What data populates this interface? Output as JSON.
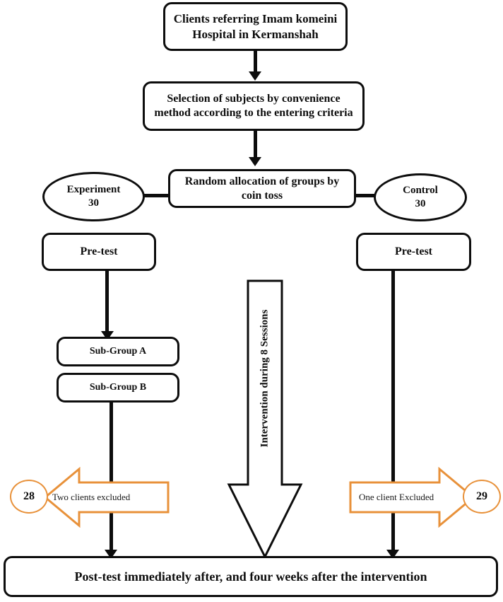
{
  "diagram": {
    "title_box": {
      "label": "Clients referring Imam komeini\nHospital in Kermanshah"
    },
    "selection_box": {
      "label": "Selection of subjects by convenience\nmethod according to the entering criteria"
    },
    "allocation_box": {
      "label": "Random allocation of groups by\ncoin toss"
    },
    "experiment_group": {
      "label": "Experiment\n30"
    },
    "control_group": {
      "label": "Control\n30"
    },
    "pretest_left": {
      "label": "Pre-test"
    },
    "pretest_right": {
      "label": "Pre-test"
    },
    "subgroup_a": {
      "label": "Sub-Group A"
    },
    "subgroup_b": {
      "label": "Sub-Group B"
    },
    "intervention_arrow": {
      "label": "Intervention during 8 Sessions"
    },
    "exclusion_left": {
      "label": "Two clients excluded",
      "remaining": "28"
    },
    "exclusion_right": {
      "label": "One client Excluded",
      "remaining": "29"
    },
    "posttest_box": {
      "label": "Post-test immediately after, and four weeks after the intervention"
    },
    "colors": {
      "stroke": "#0d0d0d",
      "accent_orange": "#E8913A",
      "background": "#ffffff"
    }
  }
}
